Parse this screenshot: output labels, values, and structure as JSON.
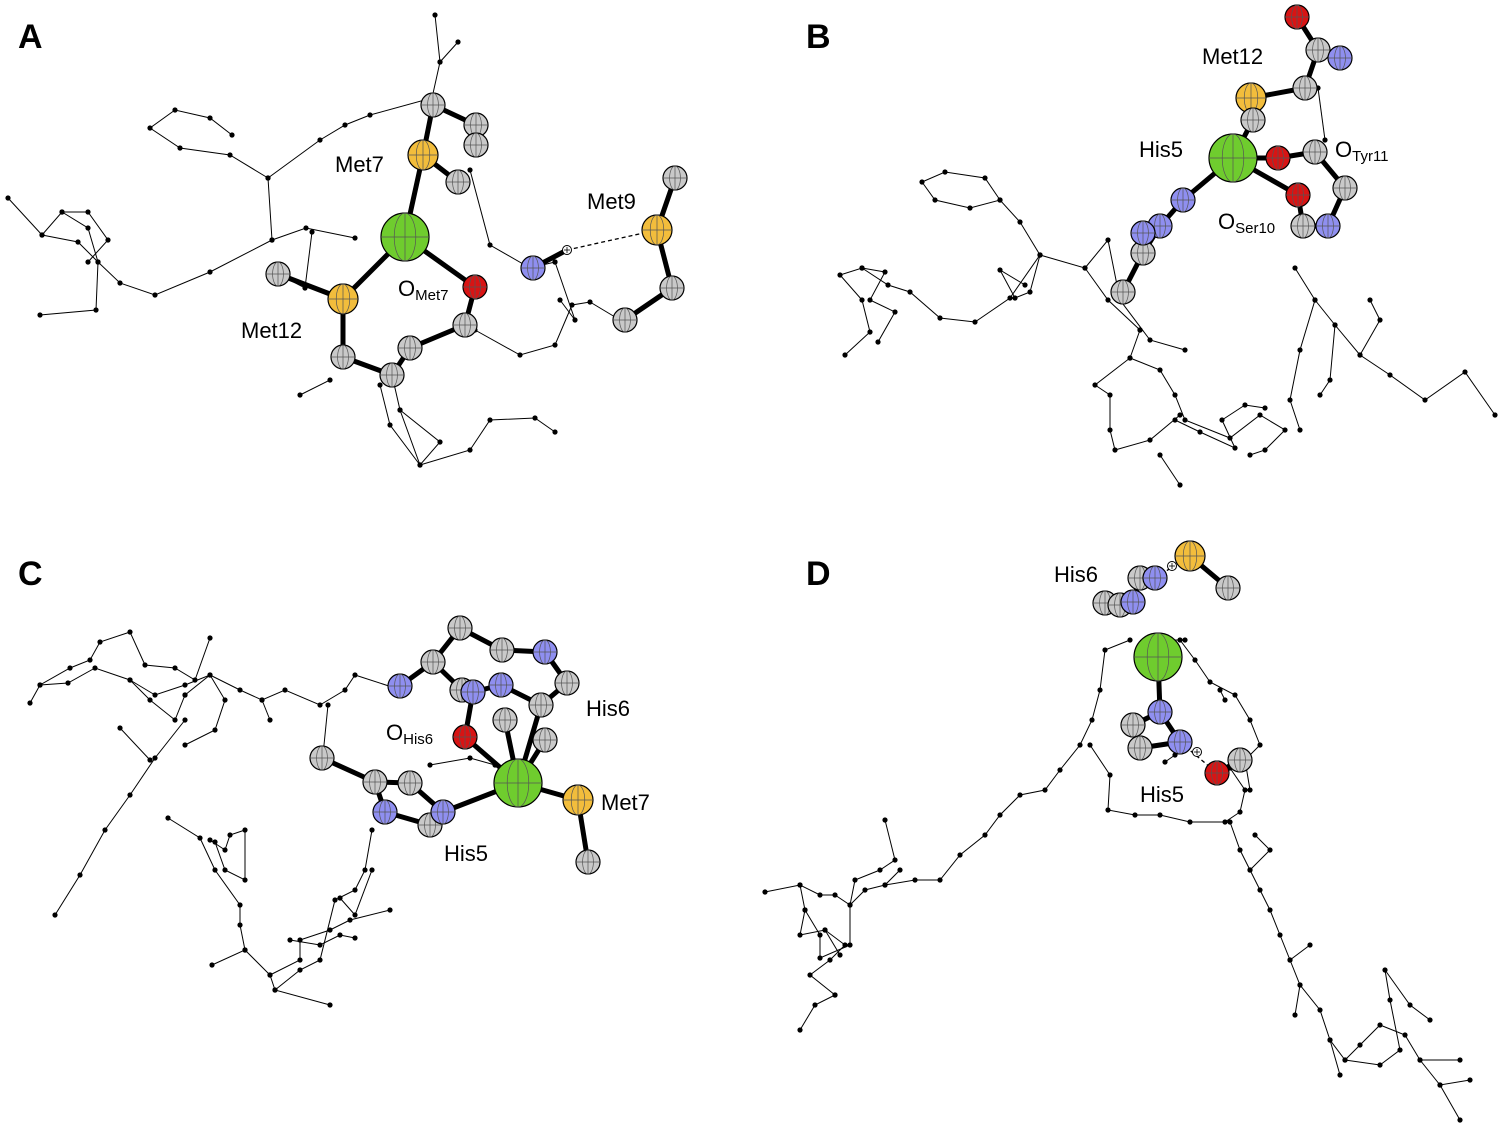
{
  "panels": [
    {
      "letter": "A",
      "labels": {
        "met7": "Met7",
        "met9": "Met9",
        "met12": "Met12",
        "o_main": "O",
        "o_sub": "Met7"
      }
    },
    {
      "letter": "B",
      "labels": {
        "met12": "Met12",
        "his5": "His5",
        "otyr_main": "O",
        "otyr_sub": "Tyr11",
        "oser_main": "O",
        "oser_sub": "Ser10"
      }
    },
    {
      "letter": "C",
      "labels": {
        "ohis_main": "O",
        "ohis_sub": "His6",
        "his6": "His6",
        "met7": "Met7",
        "his5": "His5"
      }
    },
    {
      "letter": "D",
      "labels": {
        "his6": "His6",
        "his5": "His5"
      }
    }
  ],
  "atom_colors": {
    "metal": "#6fcc2e",
    "sulfur": "#f2bd3c",
    "oxygen": "#d81414",
    "nitrogen": "#8f8ff0",
    "carbon": "#c9c9c9"
  }
}
